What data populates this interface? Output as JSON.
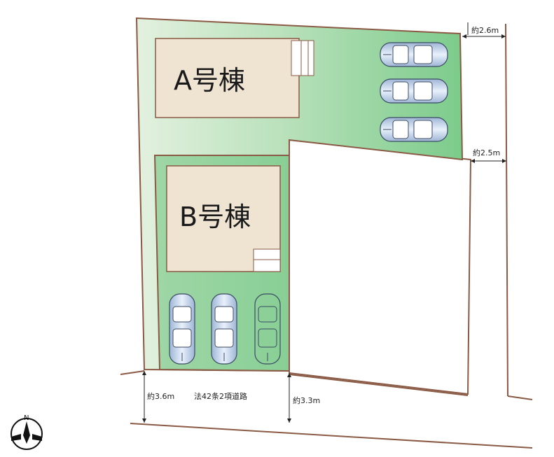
{
  "buildings": {
    "a": {
      "label": "A号棟"
    },
    "b": {
      "label": "B号棟"
    }
  },
  "dimensions": {
    "top_right": "約2.6m",
    "mid_right": "約2.5m",
    "bottom_left": "約3.6m",
    "bottom_mid": "約3.3m"
  },
  "road": {
    "label": "法42条2項道路"
  },
  "compass": {
    "north": "N"
  },
  "colors": {
    "lot_green": "#8fd19a",
    "lot_green_light": "#d6ecd4",
    "border_brown": "#8a5a45",
    "building_fill": "#efe3d2",
    "car_blue": "#bcd3f0"
  }
}
